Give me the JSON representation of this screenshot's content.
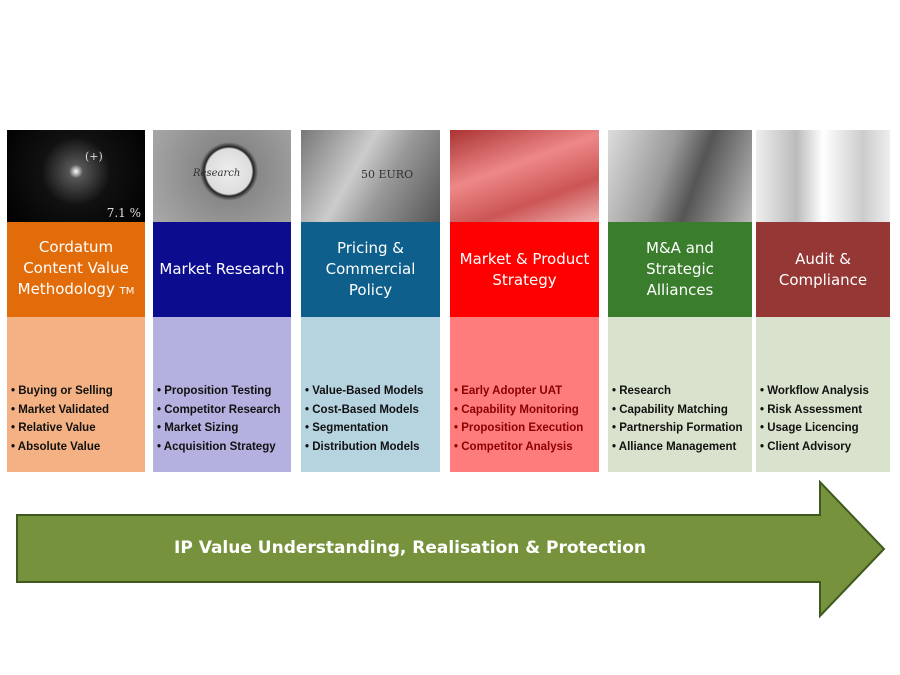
{
  "columns": [
    {
      "title": "Cordatum Content Value Methodology",
      "title_suffix": "TM",
      "image_text": "7.1 %",
      "image_text2": "(+)",
      "header_color": "#e36c0a",
      "body_color": "#f4b183",
      "text_color": "#111111",
      "items": [
        "Buying or Selling",
        "Market Validated",
        "Relative Value",
        "Absolute Value"
      ]
    },
    {
      "title": "Market Research",
      "image_text": "Research",
      "header_color": "#0c0c8f",
      "body_color": "#b4b0df",
      "text_color": "#111111",
      "items": [
        "Proposition Testing",
        "Competitor Research",
        "Market Sizing",
        "Acquisition Strategy"
      ]
    },
    {
      "title": "Pricing & Commercial Policy",
      "image_text": "50 EURO",
      "header_color": "#0f5f8c",
      "body_color": "#b6d3e0",
      "text_color": "#111111",
      "items": [
        "Value-Based Models",
        "Cost-Based Models",
        "Segmentation",
        "Distribution Models"
      ]
    },
    {
      "title": "Market & Product Strategy",
      "header_color": "#ff0000",
      "body_color": "#ff7c7c",
      "text_color": "#8b0000",
      "items": [
        "Early Adopter UAT",
        "Capability Monitoring",
        "Proposition Execution",
        "Competitor Analysis"
      ]
    },
    {
      "title": "M&A and Strategic Alliances",
      "header_color": "#3a7d2c",
      "body_color": "#d9e2cc",
      "text_color": "#111111",
      "items": [
        "Research",
        "Capability Matching",
        "Partnership Formation",
        "Alliance Management"
      ]
    },
    {
      "title": "Audit & Compliance",
      "header_color": "#953735",
      "body_color": "#d9e2cc",
      "text_color": "#111111",
      "items": [
        "Workflow Analysis",
        "Risk Assessment",
        "Usage Licencing",
        "Client Advisory"
      ]
    }
  ],
  "arrow": {
    "label": "IP Value Understanding, Realisation & Protection",
    "color": "#77923c",
    "border": "#3f5a1f"
  }
}
